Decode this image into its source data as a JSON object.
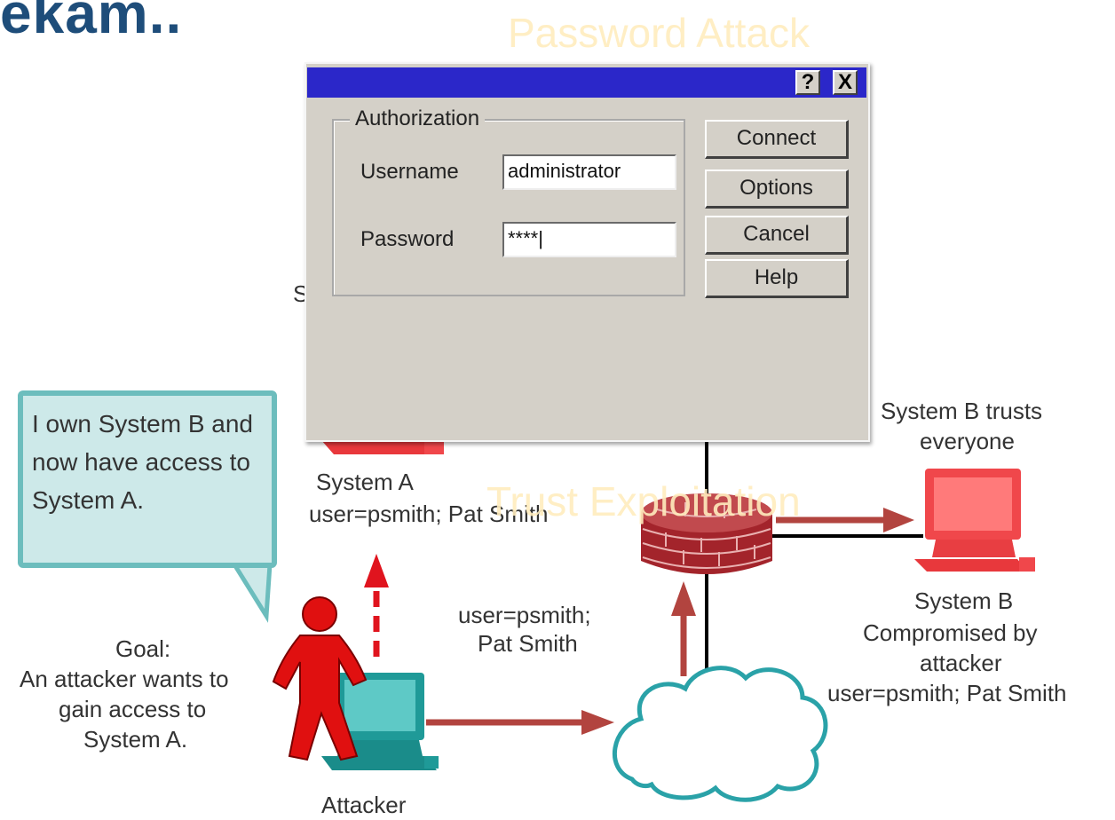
{
  "slide": {
    "title": "ekam..",
    "overlay_top": "Password Attack",
    "overlay_mid": "Trust Exploitation"
  },
  "callout": {
    "text": "I own System B and now have access to System A."
  },
  "labels": {
    "system_a": "System A",
    "system_a_user": "user=psmith; Pat Smith",
    "system_b_trusts": "System B trusts",
    "system_b_trusts_2": "everyone",
    "system_b": "System B",
    "system_b_comp": "Compromised by",
    "system_b_comp_2": "attacker",
    "system_b_user": "user=psmith; Pat Smith",
    "mid_user": "user=psmith;",
    "mid_user_2": "Pat Smith",
    "goal": "Goal:",
    "goal_2": "An attacker wants to",
    "goal_3": "gain access to",
    "goal_4": "System A.",
    "attacker": "Attacker",
    "partial_s": "S"
  },
  "dialog": {
    "help_glyph": "?",
    "close_glyph": "X",
    "group_label": "Authorization",
    "username_label": "Username",
    "username_value": "administrator",
    "password_label": "Password",
    "password_value": "****|",
    "buttons": {
      "connect": "Connect",
      "options": "Options",
      "cancel": "Cancel",
      "help": "Help"
    }
  },
  "colors": {
    "title": "#1e4d7a",
    "dialog_titlebar": "#2b27c9",
    "dialog_face": "#d4d0c8",
    "callout_fill": "#cde9e9",
    "callout_border": "#6cbdbd",
    "arrow": "#b2443f",
    "attacker": "#e01010",
    "computer": "#f0474b",
    "cloud": "#2aa2a8"
  }
}
